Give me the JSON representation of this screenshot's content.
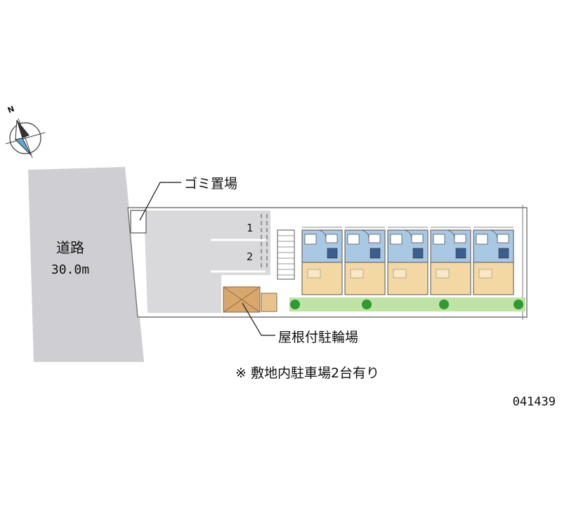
{
  "compass": {
    "north_label": "N",
    "icon": "compass-rose-icon"
  },
  "road": {
    "name": "道路",
    "width": "30.0m"
  },
  "garbage": {
    "label": "ゴミ置場"
  },
  "bike_parking": {
    "label": "屋根付駐輪場"
  },
  "parking": {
    "spaces": [
      "1",
      "2"
    ]
  },
  "note": "※ 敷地内駐車場2台有り",
  "property_code": "041439",
  "colors": {
    "road": "#cfcfd3",
    "paving": "#d9d9dc",
    "wet_room": "#a9c8e4",
    "room_floor": "#f3d8a3",
    "bike_shelter": "#d9a66c",
    "hedge": "#2f9a2f",
    "grass": "#bfe3a4"
  }
}
